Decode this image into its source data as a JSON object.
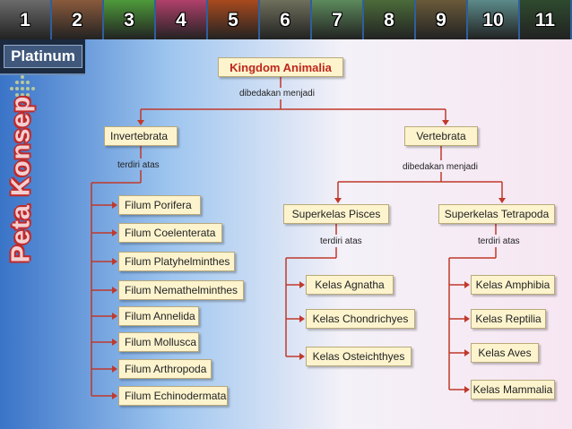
{
  "nav": {
    "tabs": [
      {
        "label": "1",
        "thumb": "#6b6b6b"
      },
      {
        "label": "2",
        "thumb": "#8a5a3c"
      },
      {
        "label": "3",
        "thumb": "#4e9a3a"
      },
      {
        "label": "4",
        "thumb": "#b0406a"
      },
      {
        "label": "5",
        "thumb": "#a84a1e"
      },
      {
        "label": "6",
        "thumb": "#6f6f5c"
      },
      {
        "label": "7",
        "thumb": "#5c8a5c"
      },
      {
        "label": "8",
        "thumb": "#4b6b3a"
      },
      {
        "label": "9",
        "thumb": "#6a5a3a"
      },
      {
        "label": "10",
        "thumb": "#5c8a8a"
      },
      {
        "label": "11",
        "thumb": "#2e4a2e"
      }
    ]
  },
  "brand": {
    "logo_text": "Platinum"
  },
  "side_title": "Peta Konsep",
  "colors": {
    "connector": "#c0392b",
    "node_fill": "#fdf4ce",
    "root_text": "#c0261b",
    "title_stroke": "#c02a2a"
  },
  "map": {
    "root": "Kingdom Animalia",
    "root_link": "dibedakan menjadi",
    "invertebrata": {
      "title": "Invertebrata",
      "link": "terdiri atas",
      "items": [
        "Filum Porifera",
        "Filum Coelenterata",
        "Filum Platyhelminthes",
        "Filum Nemathelminthes",
        "Filum Annelida",
        "Filum Mollusca",
        "Filum Arthropoda",
        "Filum Echinodermata"
      ]
    },
    "vertebrata": {
      "title": "Vertebrata",
      "link": "dibedakan menjadi",
      "pisces": {
        "title": "Superkelas Pisces",
        "link": "terdiri atas",
        "items": [
          "Kelas Agnatha",
          "Kelas Chondrichyes",
          "Kelas Osteichthyes"
        ]
      },
      "tetrapoda": {
        "title": "Superkelas Tetrapoda",
        "link": "terdiri atas",
        "items": [
          "Kelas Amphibia",
          "Kelas Reptilia",
          "Kelas Aves",
          "Kelas Mammalia"
        ]
      }
    }
  }
}
